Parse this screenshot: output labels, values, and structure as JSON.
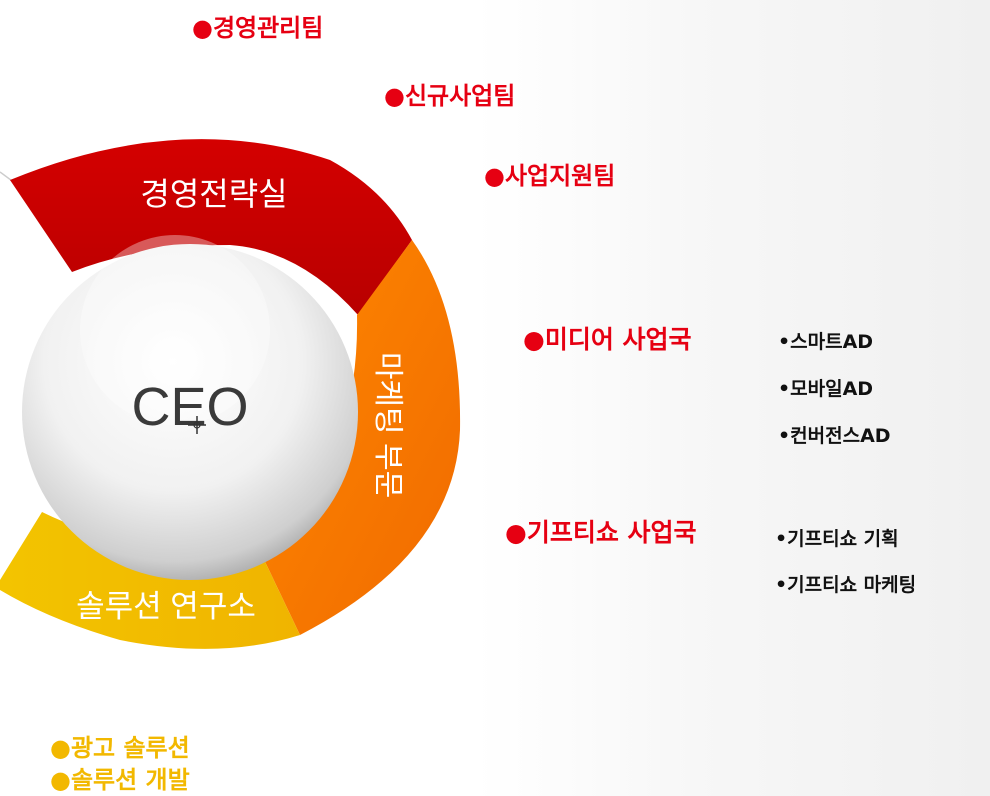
{
  "diagram": {
    "segments": {
      "strategy": "경영전략실",
      "marketing": "마케팅 부문",
      "solution": "솔루션 연구소"
    },
    "center": "CEO",
    "colors": {
      "strategy": "#c80000",
      "marketing": "#ff7a00",
      "solution": "#f2be00",
      "red_text": "#e60012",
      "yellow_text": "#f2b800"
    }
  },
  "teams": {
    "strategy_team_1": "●경영관리팀",
    "strategy_team_2": "●신규사업팀",
    "strategy_team_3": "●사업지원팀",
    "media_division": "●미디어 사업국",
    "media_items": [
      "•스마트AD",
      "•모바일AD",
      "•컨버전스AD"
    ],
    "gifticon_division": "●기프티쇼 사업국",
    "gifticon_items": [
      "•기프티쇼 기획",
      "•기프티쇼 마케팅"
    ],
    "solution_items": [
      "●광고 솔루션",
      "●솔루션 개발"
    ]
  }
}
